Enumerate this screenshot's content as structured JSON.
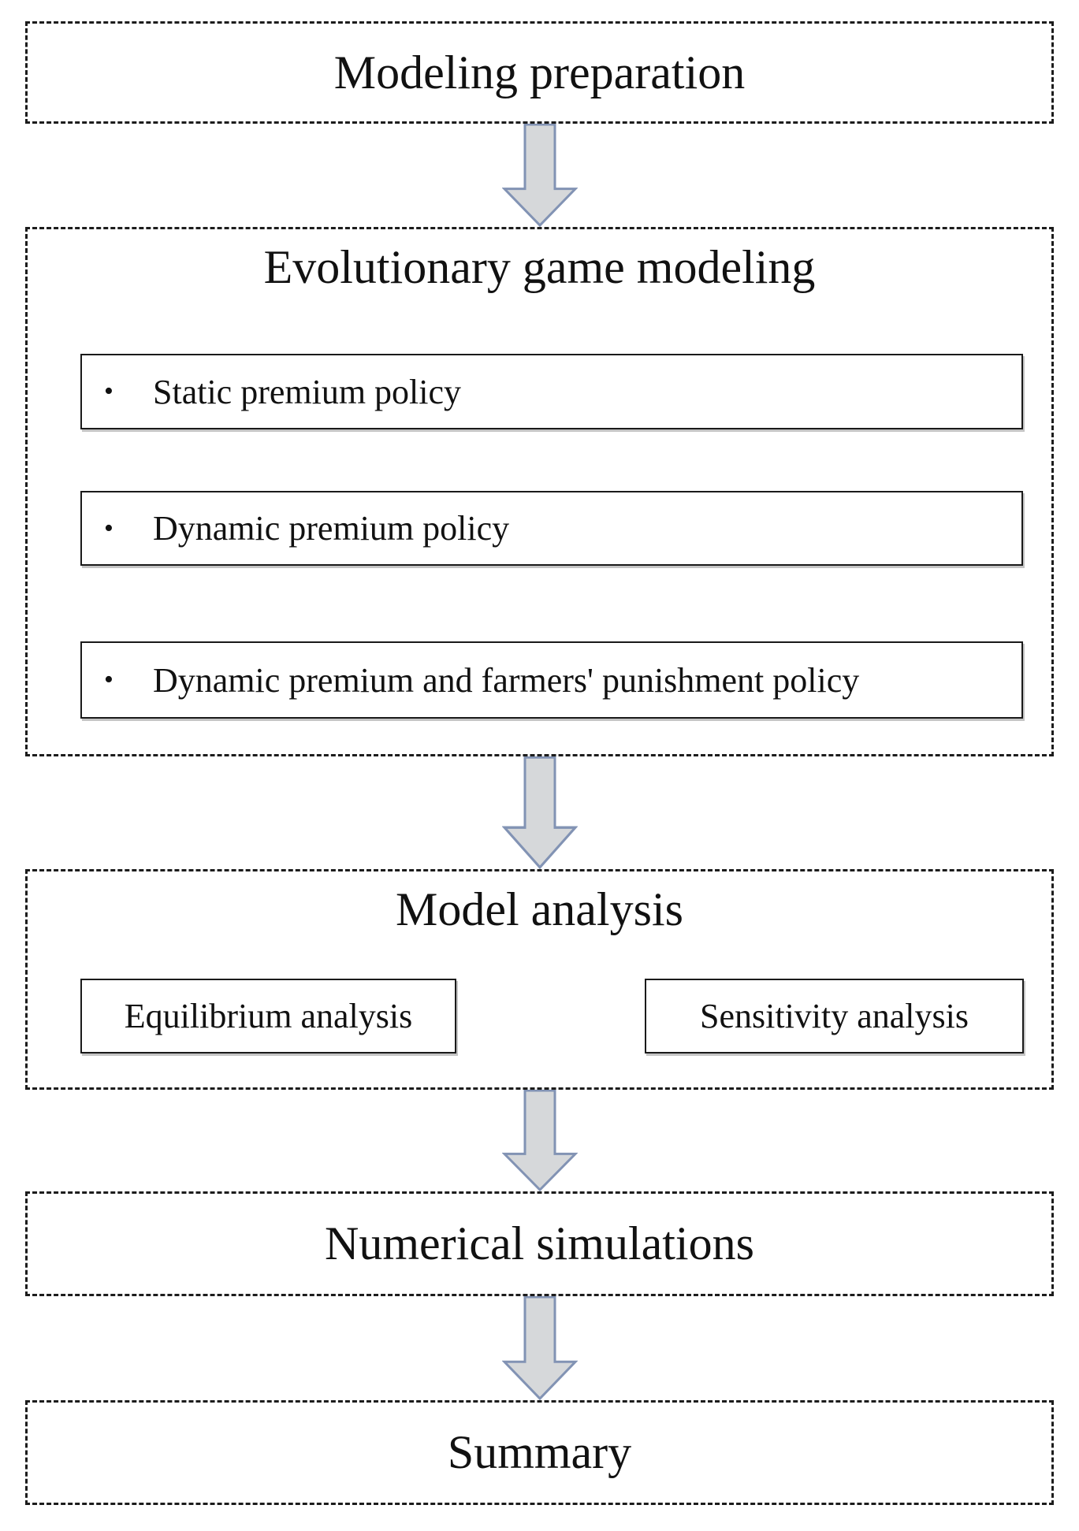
{
  "bullet_glyph": "•",
  "colors": {
    "arrow_fill": "#d6d8da",
    "arrow_stroke": "#8293b4"
  },
  "stages": {
    "preparation": {
      "title": "Modeling preparation"
    },
    "modeling": {
      "title": "Evolutionary game modeling",
      "items": [
        {
          "label": "Static premium policy"
        },
        {
          "label": "Dynamic premium policy"
        },
        {
          "label": "Dynamic premium and farmers' punishment policy"
        }
      ]
    },
    "analysis": {
      "title": "Model analysis",
      "items": [
        {
          "label": "Equilibrium analysis"
        },
        {
          "label": "Sensitivity analysis"
        }
      ]
    },
    "simulations": {
      "title": "Numerical simulations"
    },
    "summary": {
      "title": "Summary"
    }
  }
}
